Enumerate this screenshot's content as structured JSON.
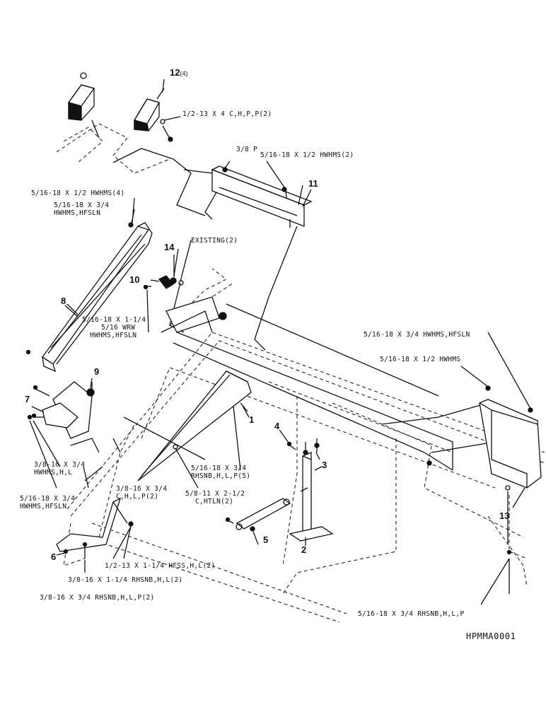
{
  "callouts": {
    "c1": "1",
    "c2": "2",
    "c3": "3",
    "c4": "4",
    "c5": "5",
    "c6": "6",
    "c7": "7",
    "c8": "8",
    "c9": "9",
    "c10": "10",
    "c11": "11",
    "c12": "12",
    "c12_qty": "(4)",
    "c13": "13",
    "c14": "14"
  },
  "hardware": {
    "h_12_bolt": "1/2-13 X 4 C,H,P,P(2)",
    "h_11_nut": "3/8 P",
    "h_11_screw": "5/16-18 X 1/2 HWHMS(2)",
    "h_8_top_a": "5/16-18 X 1/2 HWHMS(4)",
    "h_8_top_b1": "5/16-18 X 3/4",
    "h_8_top_b2": "HWHMS,HFSLN",
    "h_existing": "EXISTING(2)",
    "h_8_mid_1": "5/16-18 X 1-1/4",
    "h_8_mid_2": "5/16 WRW",
    "h_8_mid_3": "HWHMS,HFSLN",
    "h_13_a": "5/16-18 X 3/4 HWHMS,HFSLN",
    "h_13_b": "5/16-18 X 1/2 HWHMS",
    "h_1_1": "5/16-18 X 3/4",
    "h_1_2": "RHSNB,H,L,P(5)",
    "h_7_a1": "3/8-16 X 3/4",
    "h_7_a2": "HWHMS,H,L",
    "h_7_b1": "5/16-18 X 3/4",
    "h_7_b2": "HWHMS,HFSLN",
    "h_mid_1": "3/8-16 X 3/4",
    "h_mid_2": "C,H,L,P(2)",
    "h_5_1": "5/8-11 X 2-1/2",
    "h_5_2": "C,HTLN(2)",
    "h_6_a": "1/2-13 X 1-1/4 HFSS,H,L(2)",
    "h_6_b": "3/8-16 X 1-1/4 RHSNB,H,L(2)",
    "h_6_c": "3/8-16 X 3/4 RHSNB,H,L,P(2)",
    "h_13_c": "5/16-18 X 3/4 RHSNB,H,L,P"
  },
  "drawing_code": "HPMMA0001"
}
